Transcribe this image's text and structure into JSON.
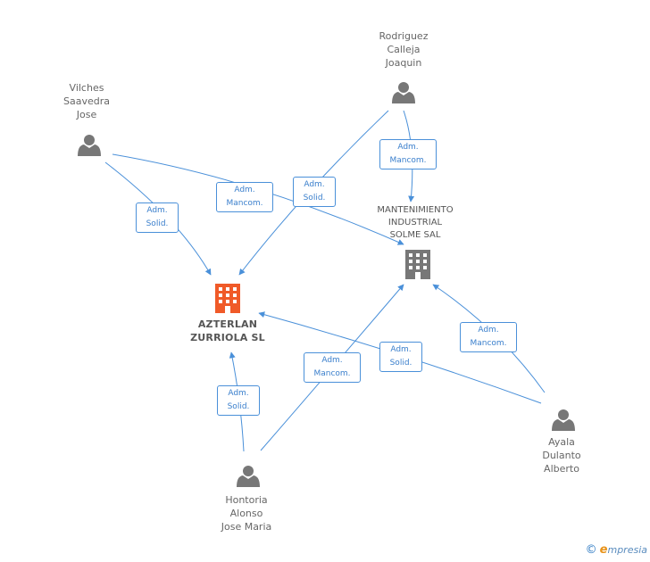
{
  "people": [
    {
      "id": "rodriguez",
      "label": "Rodriguez\nCalleja\nJoaquin"
    },
    {
      "id": "vilches",
      "label": "Vilches\nSaavedra\nJose"
    },
    {
      "id": "ayala",
      "label": "Ayala\nDulanto\nAlberto"
    },
    {
      "id": "hontoria",
      "label": "Hontoria\nAlonso\nJose Maria"
    }
  ],
  "companies": [
    {
      "id": "azterlan",
      "label": "AZTERLAN\nZURRIOLA SL",
      "color": "#f05a28"
    },
    {
      "id": "mantenimiento",
      "label": "MANTENIMIENTO\nINDUSTRIAL\nSOLME SAL",
      "color": "#777777"
    }
  ],
  "edges": [
    {
      "id": "e1",
      "label": "Adm.\nSolid."
    },
    {
      "id": "e2",
      "label": "Adm.\nMancom."
    },
    {
      "id": "e3",
      "label": "Adm.\nSolid."
    },
    {
      "id": "e4",
      "label": "Adm.\nMancom."
    },
    {
      "id": "e5",
      "label": "Adm.\nSolid."
    },
    {
      "id": "e6",
      "label": "Adm.\nMancom."
    },
    {
      "id": "e7",
      "label": "Adm.\nSolid."
    },
    {
      "id": "e8",
      "label": "Adm.\nMancom."
    }
  ],
  "colors": {
    "edge": "#4a90d9",
    "person_icon": "#777777",
    "main_company": "#f05a28",
    "secondary_company": "#777777"
  },
  "footer": {
    "copyright": "©",
    "brand_initial": "e",
    "brand_rest": "mpresia"
  }
}
